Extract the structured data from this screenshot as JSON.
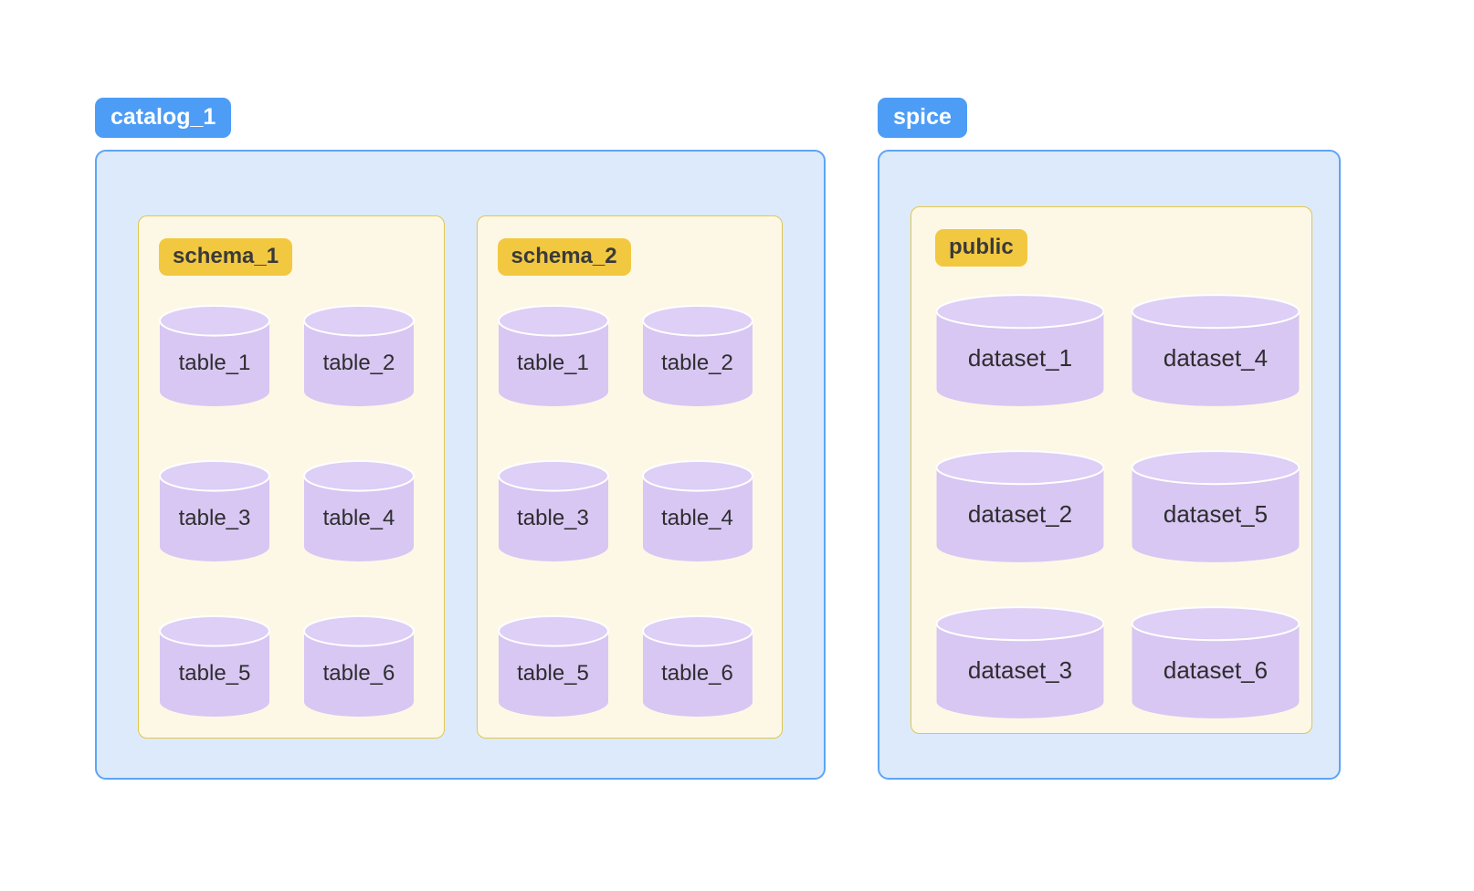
{
  "catalogs": [
    {
      "label": "catalog_1",
      "schemas": [
        {
          "label": "schema_1",
          "tables": [
            "table_1",
            "table_2",
            "table_3",
            "table_4",
            "table_5",
            "table_6"
          ]
        },
        {
          "label": "schema_2",
          "tables": [
            "table_1",
            "table_2",
            "table_3",
            "table_4",
            "table_5",
            "table_6"
          ]
        }
      ]
    },
    {
      "label": "spice",
      "schemas": [
        {
          "label": "public",
          "tables": [
            "dataset_1",
            "dataset_2",
            "dataset_3",
            "dataset_4",
            "dataset_5",
            "dataset_6"
          ]
        }
      ]
    }
  ],
  "colors": {
    "catalog_label_bg": "#4d9df6",
    "catalog_box_bg": "#dceafc",
    "catalog_box_border": "#5ea4f5",
    "schema_label_bg": "#f2c841",
    "schema_box_bg": "#fdf8e6",
    "schema_box_border": "#e2c64e",
    "cylinder_body": "#d8c6f3",
    "cylinder_top": "#ddcff6",
    "text_dark": "#2e2e2e"
  }
}
